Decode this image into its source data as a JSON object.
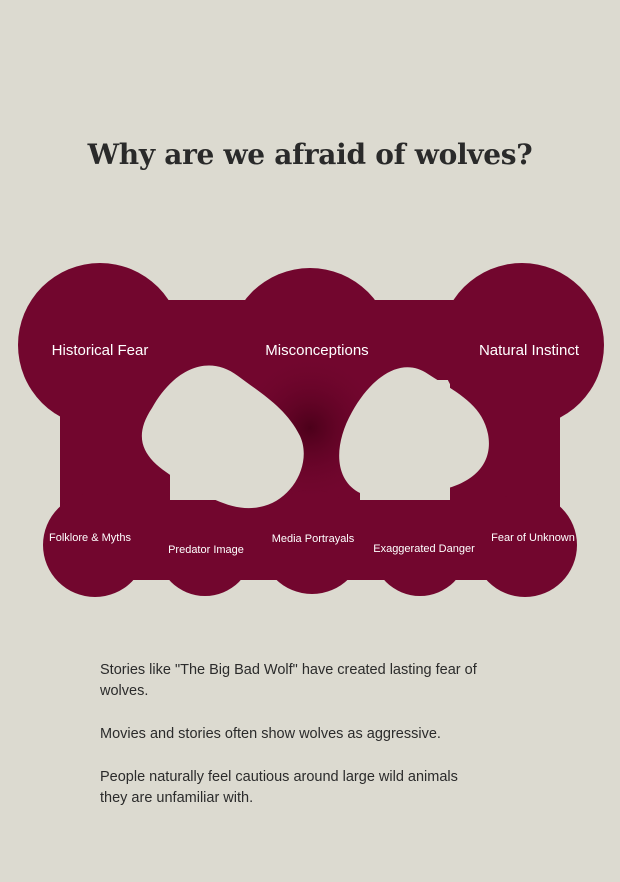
{
  "title": "Why are we afraid of wolves?",
  "colors": {
    "background": "#dcdad0",
    "shape_fill": "#72062e",
    "shape_center_glow": "#4a0019",
    "label_text": "#ffffff",
    "body_text": "#2b2b2b"
  },
  "categories": [
    {
      "label": "Historical Fear"
    },
    {
      "label": "Misconceptions"
    },
    {
      "label": "Natural Instinct"
    }
  ],
  "factors": [
    {
      "label": "Folklore & Myths"
    },
    {
      "label": "Predator Image"
    },
    {
      "label": "Media Portrayals"
    },
    {
      "label": "Exaggerated Danger"
    },
    {
      "label": "Fear of Unknown"
    }
  ],
  "notes": [
    {
      "text": "Stories like \"The Big Bad Wolf\" have created lasting fear of wolves."
    },
    {
      "text": "Movies and stories often show wolves as aggressive."
    },
    {
      "text": "People naturally feel cautious around large wild animals they are unfamiliar with."
    }
  ]
}
